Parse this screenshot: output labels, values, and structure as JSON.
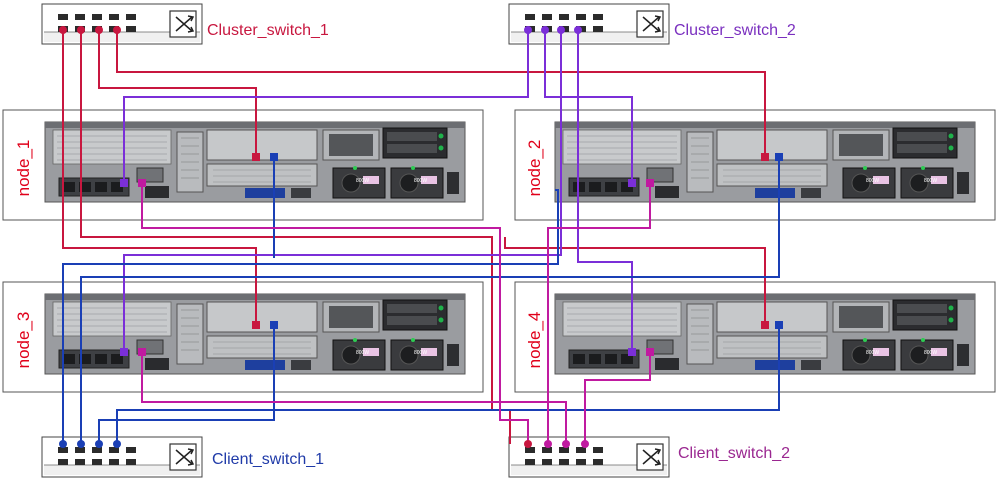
{
  "colors": {
    "cluster": "#c8173f",
    "cluster_label": "#c8173f",
    "cluster2_label": "#7a2fbf",
    "cluster2_wire": "#7b2fd8",
    "client1_wire": "#1a3fb5",
    "client1_label": "#1f3aa8",
    "client2_wire": "#c01aa0",
    "client2_label": "#9a2790",
    "node_label": "#e0001a"
  },
  "switches": {
    "cluster_switch_1": {
      "label": "Cluster_switch_1",
      "icon": "crossed-arrows-icon"
    },
    "cluster_switch_2": {
      "label": "Cluster_switch_2",
      "icon": "crossed-arrows-icon"
    },
    "client_switch_1": {
      "label": "Client_switch_1",
      "icon": "crossed-arrows-icon"
    },
    "client_switch_2": {
      "label": "Client_switch_2",
      "icon": "crossed-arrows-icon"
    }
  },
  "nodes": {
    "node_1": {
      "label": "node_1",
      "psu_text": "800W"
    },
    "node_2": {
      "label": "node_2",
      "psu_text": "800W"
    },
    "node_3": {
      "label": "node_3",
      "psu_text": "800W"
    },
    "node_4": {
      "label": "node_4",
      "psu_text": "800W"
    }
  }
}
